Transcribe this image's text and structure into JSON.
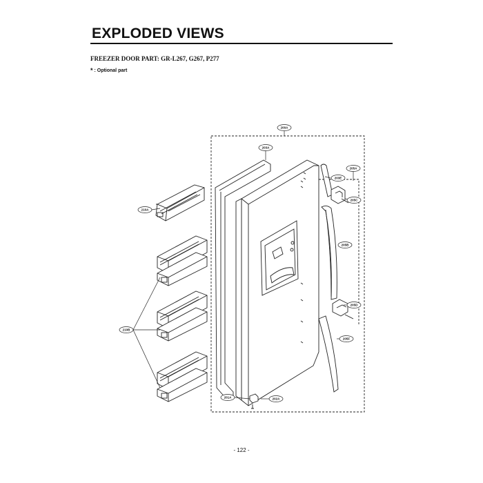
{
  "header": {
    "title": "EXPLODED VIEWS",
    "subtitle": "FREEZER DOOR PART: GR-L267, G267, P277",
    "note_marker": "*",
    "note_text": ": Optional part"
  },
  "parts": {
    "p200A": "200A",
    "p203A": "203A",
    "p203E": "203E",
    "p205A": "205A",
    "p205C": "205C",
    "p210A": "210A",
    "p205B": "205B",
    "p205D": "205D",
    "p210B": "210B",
    "p205F": "205F",
    "p201A": "201A",
    "p202A": "202A"
  },
  "footer": {
    "page_number": "- 122 -"
  }
}
